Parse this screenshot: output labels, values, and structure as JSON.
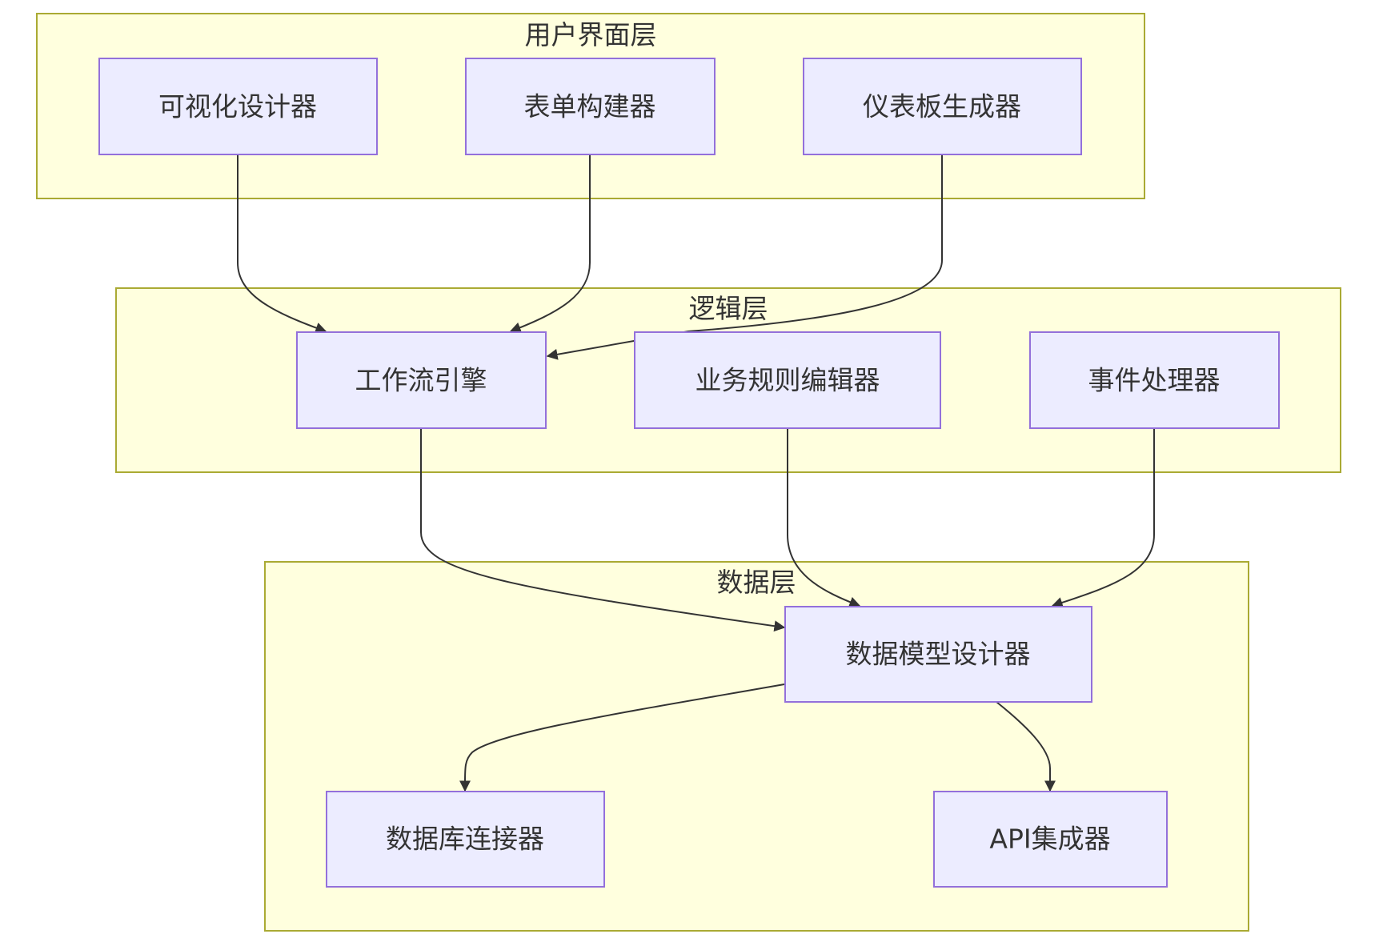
{
  "clusters": {
    "ui": "用户界面层",
    "logic": "逻辑层",
    "data": "数据层"
  },
  "nodes": {
    "visual_designer": "可视化设计器",
    "form_builder": "表单构建器",
    "dashboard_generator": "仪表板生成器",
    "workflow_engine": "工作流引擎",
    "business_rules_editor": "业务规则编辑器",
    "event_processor": "事件处理器",
    "data_model_designer": "数据模型设计器",
    "db_connector": "数据库连接器",
    "api_integrator": "API集成器"
  },
  "edges": [
    {
      "from": "visual_designer",
      "to": "workflow_engine"
    },
    {
      "from": "form_builder",
      "to": "workflow_engine"
    },
    {
      "from": "dashboard_generator",
      "to": "workflow_engine"
    },
    {
      "from": "workflow_engine",
      "to": "data_model_designer"
    },
    {
      "from": "business_rules_editor",
      "to": "data_model_designer"
    },
    {
      "from": "event_processor",
      "to": "data_model_designer"
    },
    {
      "from": "data_model_designer",
      "to": "db_connector"
    },
    {
      "from": "data_model_designer",
      "to": "api_integrator"
    }
  ],
  "colors": {
    "cluster_fill": "#ffffde",
    "cluster_stroke": "#aaaa33",
    "node_fill": "#ececff",
    "node_stroke": "#9370db",
    "edge": "#333333"
  }
}
